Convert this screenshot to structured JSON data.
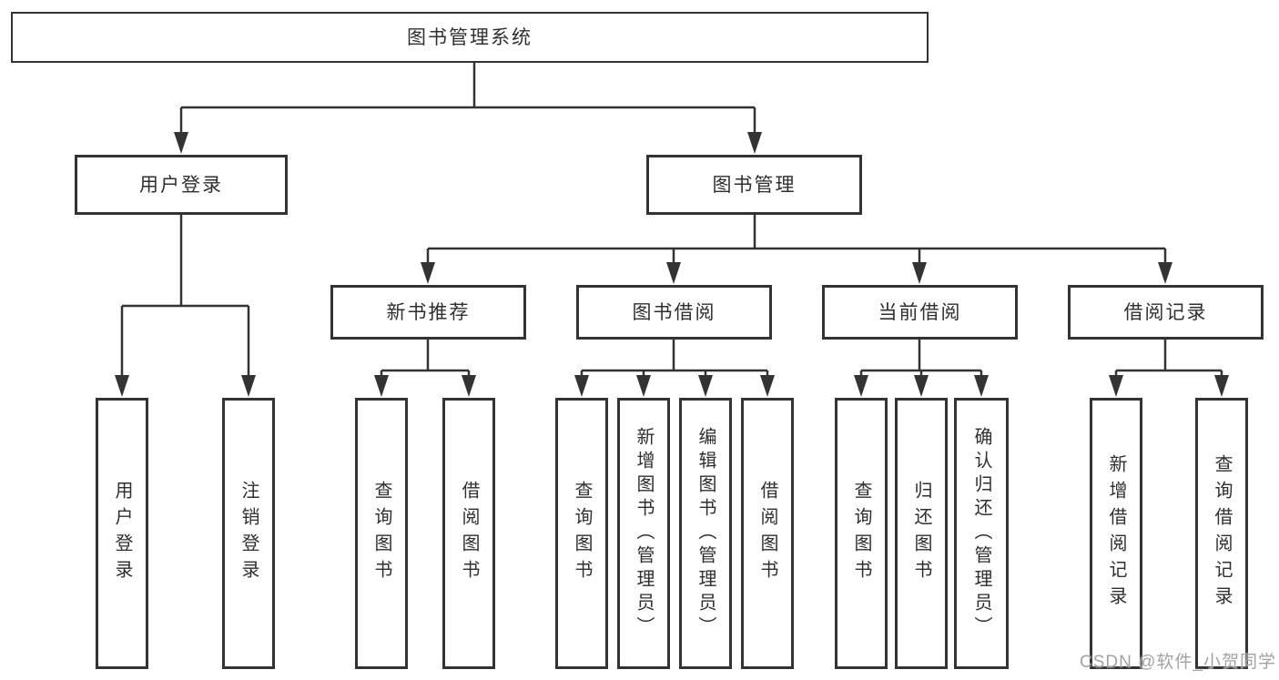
{
  "diagram": {
    "root": {
      "label": "图书管理系统"
    },
    "level2": [
      {
        "label": "用户登录"
      },
      {
        "label": "图书管理"
      }
    ],
    "level3": [
      {
        "label": "新书推荐"
      },
      {
        "label": "图书借阅"
      },
      {
        "label": "当前借阅"
      },
      {
        "label": "借阅记录"
      }
    ],
    "leaves": [
      {
        "label": "用户登录"
      },
      {
        "label": "注销登录"
      },
      {
        "label": "查询图书"
      },
      {
        "label": "借阅图书"
      },
      {
        "label": "查询图书"
      },
      {
        "label": "新增图书（管理员）"
      },
      {
        "label": "编辑图书（管理员）"
      },
      {
        "label": "借阅图书"
      },
      {
        "label": "查询图书"
      },
      {
        "label": "归还图书"
      },
      {
        "label": "确认归还（管理员）"
      },
      {
        "label": "新增借阅记录"
      },
      {
        "label": "查询借阅记录"
      }
    ]
  },
  "watermark": {
    "text": "CSDN @软件_小贺同学"
  },
  "colors": {
    "line": "#333333",
    "text": "#2f2f2f",
    "background": "#ffffff",
    "watermark": "#9a9a9a"
  }
}
